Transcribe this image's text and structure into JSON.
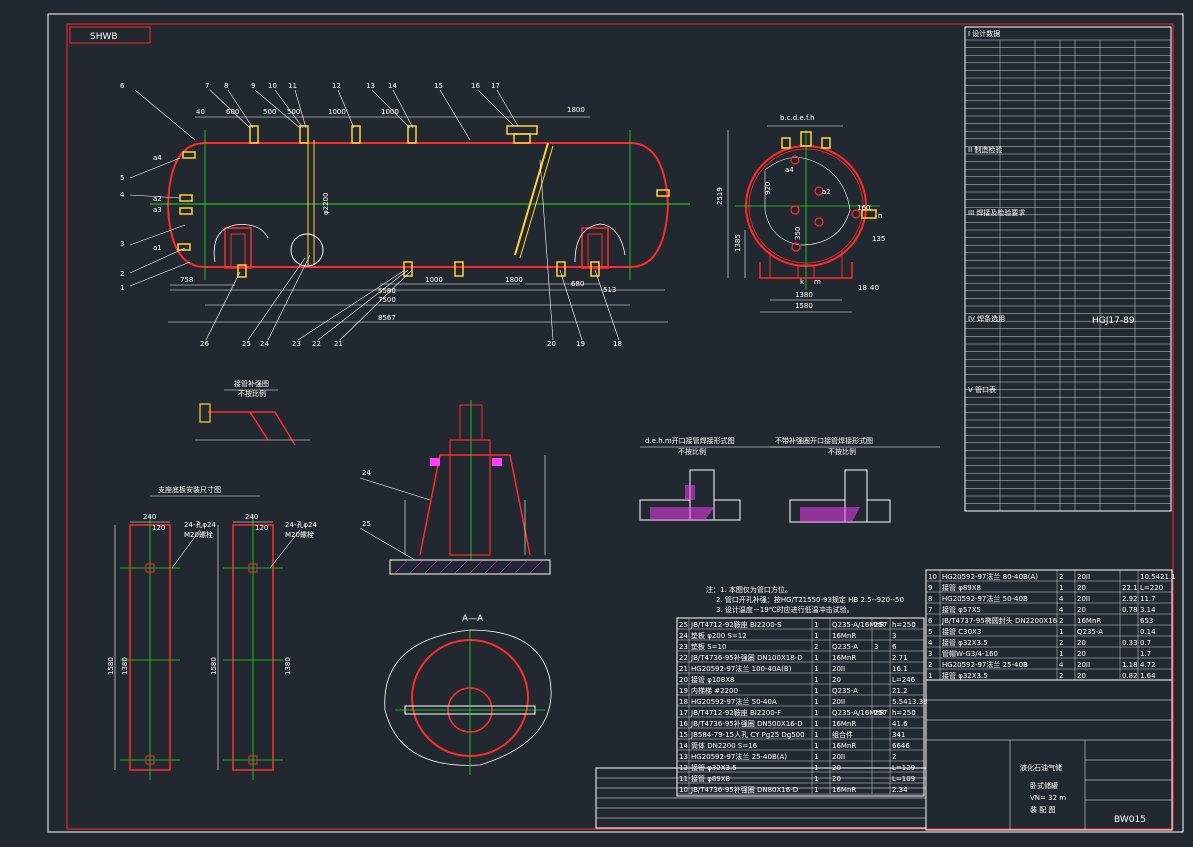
{
  "header_tag": "SHWB",
  "drawing_number": "BW015",
  "drawing_title_lines": [
    "液化石油气储",
    "卧式储罐",
    "VN= 32 m",
    "装 配 图"
  ],
  "view_labels": {
    "section_aa": "A—A",
    "section_bb": "b.c.d.e.f.h",
    "detail_deh": "d.e.h.m开口接管焊接形式图",
    "detail_other": "不带补强圈开口接管焊接形式图",
    "detail_lift": "接管补强图",
    "detail_support": "支座底板安装尺寸图",
    "not_to_scale": "不按比例"
  },
  "part_callouts": [
    "1",
    "2",
    "3",
    "4",
    "5",
    "6",
    "7",
    "8",
    "9",
    "10",
    "11",
    "12",
    "13",
    "14",
    "15",
    "16",
    "17",
    "18",
    "19",
    "20",
    "21",
    "22",
    "23",
    "24",
    "25",
    "26"
  ],
  "nozzle_labels": [
    "a1",
    "a2",
    "a3",
    "a4",
    "b",
    "c",
    "d",
    "e",
    "f",
    "h",
    "k",
    "m",
    "n"
  ],
  "main_dims": {
    "overall": "8567",
    "tangent": "7500",
    "support": "5580",
    "dia": "φ2200",
    "dims_top": [
      "40",
      "600",
      "500",
      "500",
      "1000",
      "1000",
      "1800"
    ],
    "dims_bottom": [
      "758",
      "1000",
      "1800",
      "680",
      "513"
    ]
  },
  "end_view_dims": [
    "2519",
    "1385",
    "1580",
    "1380",
    "920",
    "350",
    "160",
    "135",
    "18",
    "40"
  ],
  "support_plate_dims": [
    "240",
    "120",
    "1580",
    "1380",
    "24-孔φ24",
    "M20螺栓"
  ],
  "notes": [
    "注：1. 本图仅为管口方位。",
    "2. 管口开孔补强：按HG/T21550-93规定 HB 2.5--920--50",
    "3. 设计温度－19℃时应进行低温冲击试验。"
  ],
  "tech_table_title": "I 设计数据",
  "tech_table_sections": [
    "I 设计数据",
    "II 制造检验",
    "III 焊接及检验要求",
    "IV 焊条选用",
    "V 管口表"
  ],
  "weld_standard": "HGJ17-89",
  "parts_list_left": [
    [
      "25",
      "JB/T4712-92鞍座 BI2200-S",
      "1",
      "Q235-A/16MnR",
      "257",
      "h=250"
    ],
    [
      "24",
      "垫板 φ200 S=12",
      "1",
      "16MnR",
      "",
      "3"
    ],
    [
      "23",
      "垫板 S=10",
      "2",
      "Q235-A",
      "3",
      "6"
    ],
    [
      "22",
      "JB/T4736-95补强圈 DN100X18-D",
      "1",
      "16MnR",
      "",
      "2.71"
    ],
    [
      "21",
      "HG20592-97法兰 100-40A(B)",
      "1",
      "20II",
      "",
      "16.1"
    ],
    [
      "20",
      "接管 φ108X8",
      "1",
      "20",
      "",
      "L=246"
    ],
    [
      "19",
      "内梯梯 #2200",
      "1",
      "Q235-A",
      "",
      "21.2"
    ],
    [
      "18",
      "HG20592-97法兰 50-40A",
      "1",
      "20II",
      "",
      "5.5413.38"
    ],
    [
      "17",
      "JB/T4712-92鞍座 BI2200-F",
      "1",
      "Q235-A/16MnR",
      "257",
      "h=250"
    ],
    [
      "16",
      "JB/T4736-95补强圈 DN500X16-D",
      "1",
      "16MnR",
      "",
      "41.6"
    ],
    [
      "15",
      "JB584-79-15人孔 CY Pg25 Dg500",
      "1",
      "组合件",
      "",
      "341"
    ],
    [
      "14",
      "筒体 DN2200 S=16",
      "1",
      "16MnR",
      "",
      "6646"
    ],
    [
      "13",
      "HG20592-97法兰 25-40B(A)",
      "1",
      "20II",
      "",
      "2"
    ],
    [
      "12",
      "接管 φ32X3.5",
      "1",
      "20",
      "",
      "L=129"
    ],
    [
      "11",
      "接管 φ89X8",
      "1",
      "20",
      "",
      "L=109"
    ],
    [
      "10",
      "JB/T4736-95补强圈 DN80X16-D",
      "1",
      "16MnR",
      "",
      "2.34"
    ]
  ],
  "parts_list_right": [
    [
      "10",
      "HG20592-97法兰 80-40B(A)",
      "2",
      "20II",
      "",
      "10.5421.1"
    ],
    [
      "9",
      "接管 φ89X8",
      "1",
      "20",
      "22.1",
      "L=220"
    ],
    [
      "8",
      "HG20592-97法兰 50-40B",
      "4",
      "20II",
      "2.92",
      "11.7"
    ],
    [
      "7",
      "接管 φ57X5",
      "4",
      "20",
      "0.78",
      "3.14"
    ],
    [
      "6",
      "JB/T4737-95椭圆封头 DN2200X16",
      "2",
      "16MnR",
      "",
      "653"
    ],
    [
      "5",
      "接管 C30X3",
      "1",
      "Q235-A",
      "",
      "0.14"
    ],
    [
      "4",
      "接管 φ32X3.5",
      "2",
      "20",
      "0.33",
      "0.7"
    ],
    [
      "3",
      "管帽W-G3/4-160",
      "1",
      "20",
      "",
      "1.7"
    ],
    [
      "2",
      "HG20592-97法兰 25-40B",
      "4",
      "20II",
      "1.18",
      "4.72"
    ],
    [
      "1",
      "接管 φ32X3.5",
      "2",
      "20",
      "0.82",
      "1.64"
    ]
  ],
  "colors": {
    "background": "#212830",
    "line_white": "#ffffff",
    "line_red": "#ff2a2a",
    "line_green": "#1fe01f",
    "line_yellow": "#ffd23a",
    "line_magenta": "#ff40ff",
    "line_cyan": "#40e0ff"
  }
}
